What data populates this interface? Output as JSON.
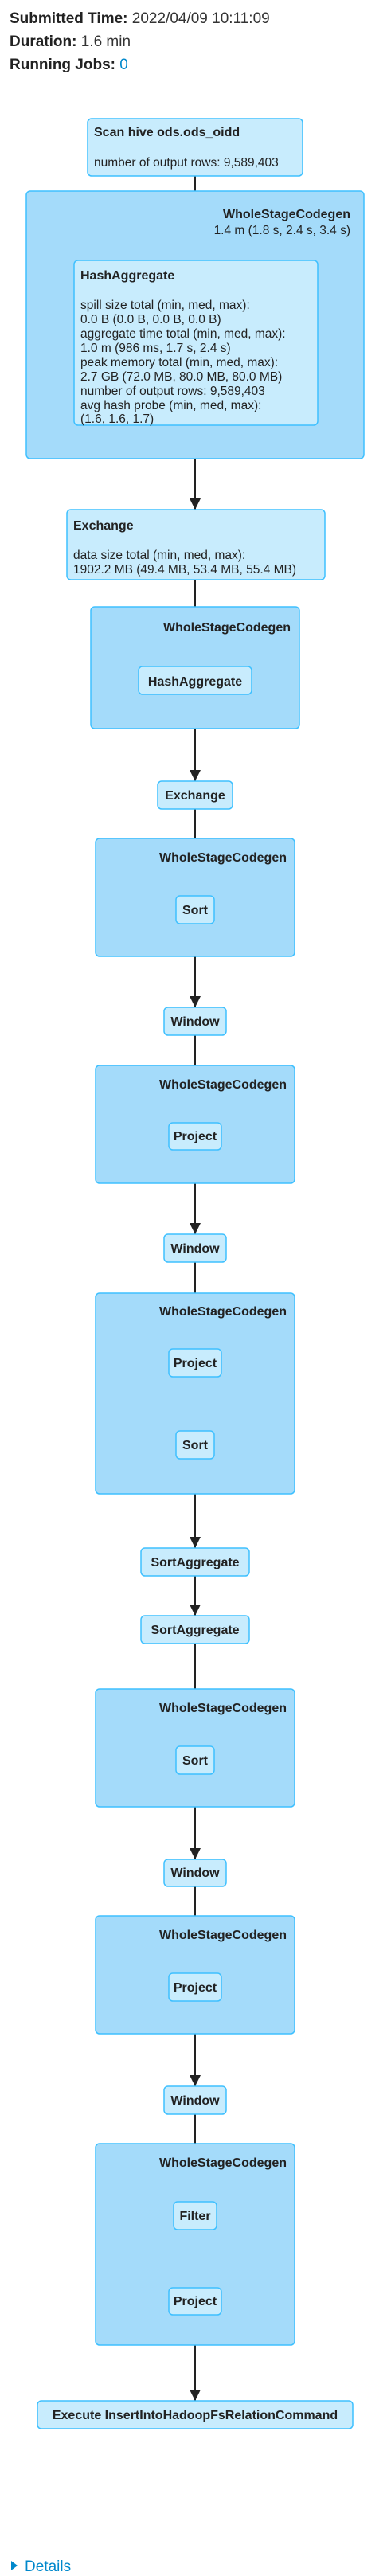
{
  "summary": {
    "submitted_label": "Submitted Time:",
    "submitted_value": "2022/04/09 10:11:09",
    "duration_label": "Duration:",
    "duration_value": "1.6 min",
    "running_label": "Running Jobs:",
    "running_value": "0"
  },
  "plan": {
    "clusters": [
      {
        "id": "c1",
        "title": "WholeStageCodegen",
        "metric": "1.4 m (1.8 s, 2.4 s, 3.4 s)"
      },
      {
        "id": "c2",
        "title": "WholeStageCodegen",
        "metric": ""
      },
      {
        "id": "c3",
        "title": "WholeStageCodegen",
        "metric": ""
      },
      {
        "id": "c4",
        "title": "WholeStageCodegen",
        "metric": ""
      },
      {
        "id": "c5",
        "title": "WholeStageCodegen",
        "metric": ""
      },
      {
        "id": "c6",
        "title": "WholeStageCodegen",
        "metric": ""
      },
      {
        "id": "c7",
        "title": "WholeStageCodegen",
        "metric": ""
      },
      {
        "id": "c8",
        "title": "WholeStageCodegen",
        "metric": ""
      }
    ],
    "nodes": [
      {
        "id": "scan",
        "title": "Scan hive ods.ods_oidd",
        "metrics": [
          "number of output rows: 9,589,403"
        ]
      },
      {
        "id": "hashagg1",
        "title": "HashAggregate",
        "metrics": [
          "spill size total (min, med, max):",
          "0.0 B (0.0 B, 0.0 B, 0.0 B)",
          "aggregate time total (min, med, max):",
          "1.0 m (986 ms, 1.7 s, 2.4 s)",
          "peak memory total (min, med, max):",
          "2.7 GB (72.0 MB, 80.0 MB, 80.0 MB)",
          "number of output rows: 9,589,403",
          "avg hash probe (min, med, max):",
          "(1.6, 1.6, 1.7)"
        ]
      },
      {
        "id": "exchange1",
        "title": "Exchange",
        "metrics": [
          "data size total (min, med, max):",
          "1902.2 MB (49.4 MB, 53.4 MB, 55.4 MB)"
        ]
      },
      {
        "id": "hashagg2",
        "title": "HashAggregate",
        "metrics": []
      },
      {
        "id": "exchange2",
        "title": "Exchange",
        "metrics": []
      },
      {
        "id": "sort1",
        "title": "Sort",
        "metrics": []
      },
      {
        "id": "window1",
        "title": "Window",
        "metrics": []
      },
      {
        "id": "project1",
        "title": "Project",
        "metrics": []
      },
      {
        "id": "window2",
        "title": "Window",
        "metrics": []
      },
      {
        "id": "project2",
        "title": "Project",
        "metrics": []
      },
      {
        "id": "sort2",
        "title": "Sort",
        "metrics": []
      },
      {
        "id": "sortagg1",
        "title": "SortAggregate",
        "metrics": []
      },
      {
        "id": "sortagg2",
        "title": "SortAggregate",
        "metrics": []
      },
      {
        "id": "sort3",
        "title": "Sort",
        "metrics": []
      },
      {
        "id": "window3",
        "title": "Window",
        "metrics": []
      },
      {
        "id": "project3",
        "title": "Project",
        "metrics": []
      },
      {
        "id": "window4",
        "title": "Window",
        "metrics": []
      },
      {
        "id": "filter",
        "title": "Filter",
        "metrics": []
      },
      {
        "id": "project4",
        "title": "Project",
        "metrics": []
      },
      {
        "id": "insert",
        "title": "Execute InsertIntoHadoopFsRelationCommand",
        "metrics": []
      }
    ]
  },
  "details_label": "Details",
  "colors": {
    "cluster_fill": "#a4dbfa",
    "node_fill": "#c8ecfd",
    "border": "#3ec0ff",
    "link": "#0088cc"
  }
}
